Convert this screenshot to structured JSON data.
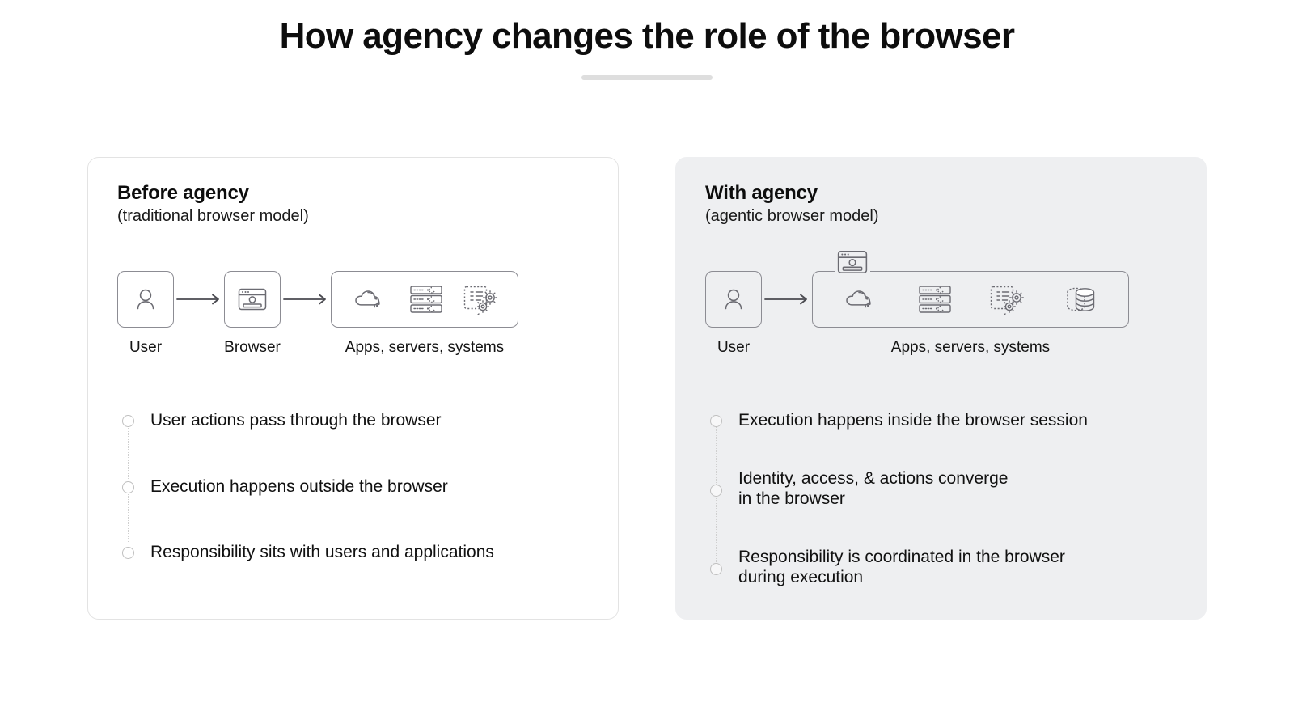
{
  "header": {
    "title": "How agency changes the role of the browser"
  },
  "panels": [
    {
      "id": "before",
      "title": "Before agency",
      "subtitle": "(traditional browser model)",
      "diagram": {
        "nodes": [
          {
            "label": "User",
            "icon": "user-icon"
          },
          {
            "label": "Browser",
            "icon": "browser-window-icon"
          }
        ],
        "group": {
          "label": "Apps, servers, systems",
          "icons": [
            "cloud-icon",
            "server-rack-icon",
            "document-gears-icon"
          ]
        },
        "arrows": 2
      },
      "bullets": [
        {
          "line1": "User actions pass through the browser",
          "line2": ""
        },
        {
          "line1": "Execution happens outside the browser",
          "line2": ""
        },
        {
          "line1": "Responsibility sits with users and applications",
          "line2": ""
        }
      ]
    },
    {
      "id": "with",
      "title": "With agency",
      "subtitle": "(agentic browser model)",
      "diagram": {
        "nodes": [
          {
            "label": "User",
            "icon": "user-icon"
          }
        ],
        "badge": {
          "icon": "browser-window-icon"
        },
        "group": {
          "label": "Apps, servers, systems",
          "icons": [
            "cloud-icon",
            "server-rack-icon",
            "document-gears-icon",
            "database-icon"
          ]
        },
        "arrows": 1
      },
      "bullets": [
        {
          "line1": "Execution happens inside the browser session",
          "line2": ""
        },
        {
          "line1": "Identity, access, & actions converge",
          "line2": "in the browser"
        },
        {
          "line1": "Responsibility is coordinated in the browser",
          "line2": "during execution"
        }
      ]
    }
  ],
  "colors": {
    "panel_before_bg": "#ffffff",
    "panel_with_bg": "#eeeff1",
    "icon_stroke": "#6b6b72",
    "box_stroke": "#8c8c93",
    "bullet_stroke": "#bfbfbf",
    "rule": "#dedede",
    "text": "#111111"
  }
}
